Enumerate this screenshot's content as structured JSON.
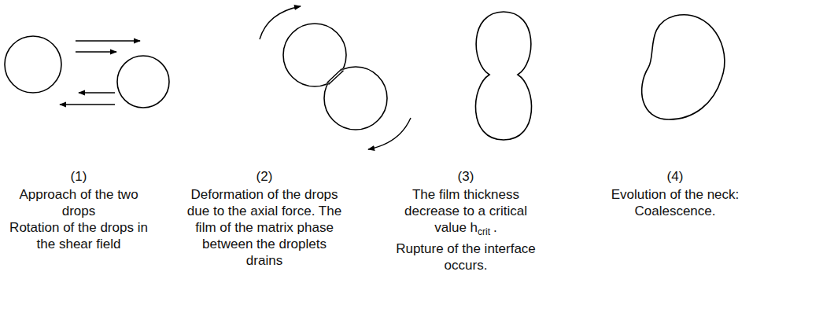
{
  "diagram": {
    "labels": [
      "(1)",
      "Approach of the two drops",
      "Rotation of the drops in the shear field",
      "(2)",
      "Deformation of the drops due to the axial force. The film of the matrix phase between the droplets drains",
      "(3)",
      "The film thickness decrease to a critical value h",
      "crit",
      ".",
      "Rupture of the interface occurs.",
      "(4)",
      "Evolution of the neck:",
      "Coalescence."
    ]
  }
}
